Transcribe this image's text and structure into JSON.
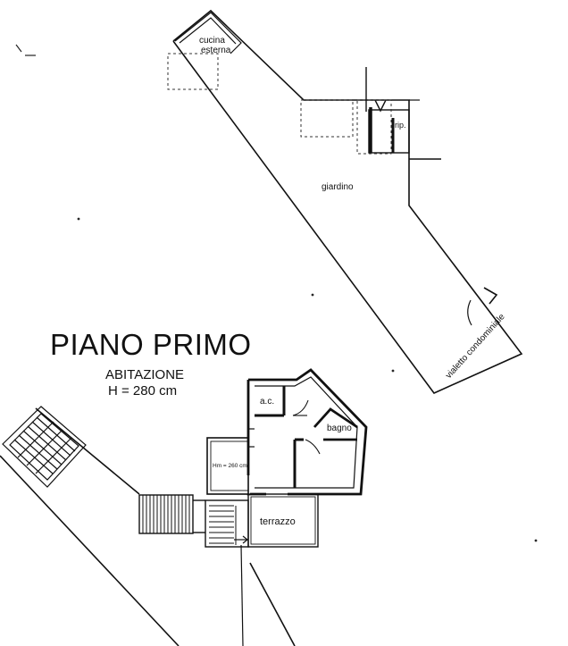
{
  "floor": {
    "title": "PIANO PRIMO",
    "subtitle": "ABITAZIONE",
    "height": "H = 280 cm"
  },
  "rooms": {
    "outdoor_kitchen_line1": "cucina",
    "outdoor_kitchen_line2": "esterna",
    "storage": "rip.",
    "garden": "giardino",
    "path": "vialetto condominiale",
    "wc": "a.c.",
    "bathroom": "bagno",
    "room_height": "Hm = 260 cm",
    "terrace": "terrazzo"
  },
  "colors": {
    "line": "#111111",
    "background": "#ffffff"
  }
}
